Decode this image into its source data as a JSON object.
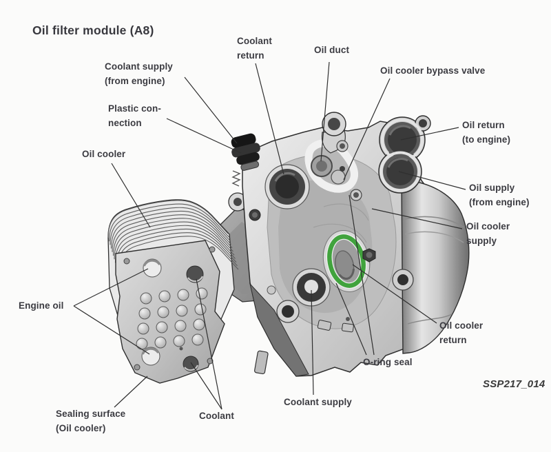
{
  "title": "Oil filter module (A8)",
  "figure_code": "SSP217_014",
  "colors": {
    "seal_green": "#41a33d",
    "label_text": "#3b3b41",
    "leader_line": "#2f2f2f",
    "background": "#fbfbfa"
  },
  "labels": {
    "coolant_supply_engine": "Coolant supply\n(from engine)",
    "plastic_connection": "Plastic con-\nnection",
    "oil_cooler": "Oil cooler",
    "coolant_return": "Coolant\nreturn",
    "oil_duct": "Oil duct",
    "oil_cooler_bypass_valve": "Oil cooler bypass valve",
    "oil_return_engine": "Oil return\n(to engine)",
    "oil_supply_engine": "Oil supply\n(from engine)",
    "oil_cooler_supply": "Oil cooler\nsupply",
    "engine_oil": "Engine oil",
    "oil_cooler_return": "Oil cooler\nreturn",
    "o_ring_seal": "O-ring seal",
    "coolant_supply": "Coolant supply",
    "sealing_surface": "Sealing surface\n(Oil cooler)",
    "coolant": "Coolant"
  }
}
